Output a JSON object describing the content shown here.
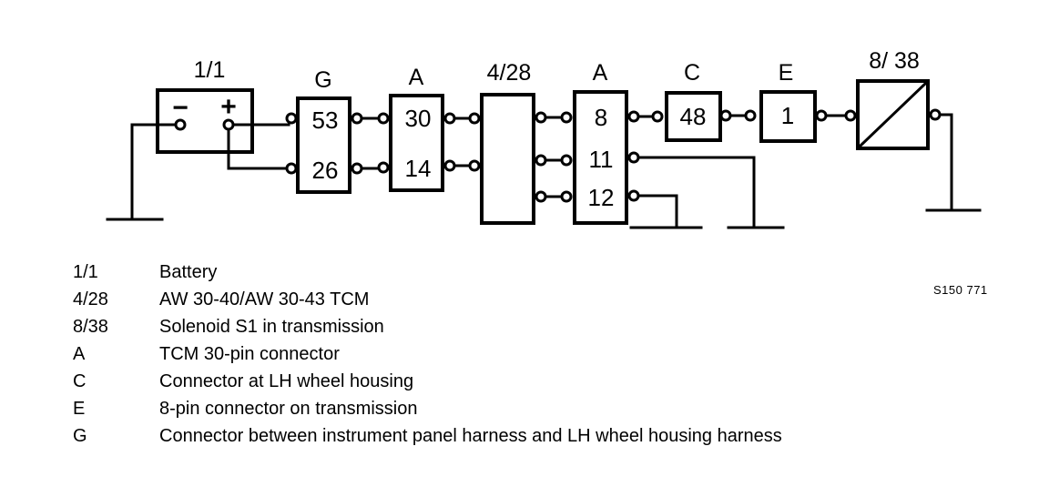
{
  "diagram": {
    "components": {
      "battery": {
        "label": "1/1",
        "minus": "−",
        "plus": "+"
      },
      "connector_g": {
        "label": "G",
        "pins": [
          "53",
          "26"
        ]
      },
      "connector_a1": {
        "label": "A",
        "pins": [
          "30",
          "14"
        ]
      },
      "tcm": {
        "label": "4/28"
      },
      "connector_a2": {
        "label": "A",
        "pins": [
          "8",
          "11",
          "12"
        ]
      },
      "connector_c": {
        "label": "C",
        "pins": [
          "48"
        ]
      },
      "connector_e": {
        "label": "E",
        "pins": [
          "1"
        ]
      },
      "solenoid": {
        "label": "8/ 38"
      }
    }
  },
  "legend": [
    {
      "code": "1/1",
      "desc": "Battery"
    },
    {
      "code": "4/28",
      "desc": "AW 30-40/AW 30-43 TCM"
    },
    {
      "code": "8/38",
      "desc": "Solenoid S1 in transmission"
    },
    {
      "code": "A",
      "desc": "TCM 30-pin connector"
    },
    {
      "code": "C",
      "desc": "Connector at LH wheel housing"
    },
    {
      "code": "E",
      "desc": "8-pin connector on transmission"
    },
    {
      "code": "G",
      "desc": "Connector between instrument panel harness and LH wheel housing harness"
    }
  ],
  "reference_code": "S150 771"
}
